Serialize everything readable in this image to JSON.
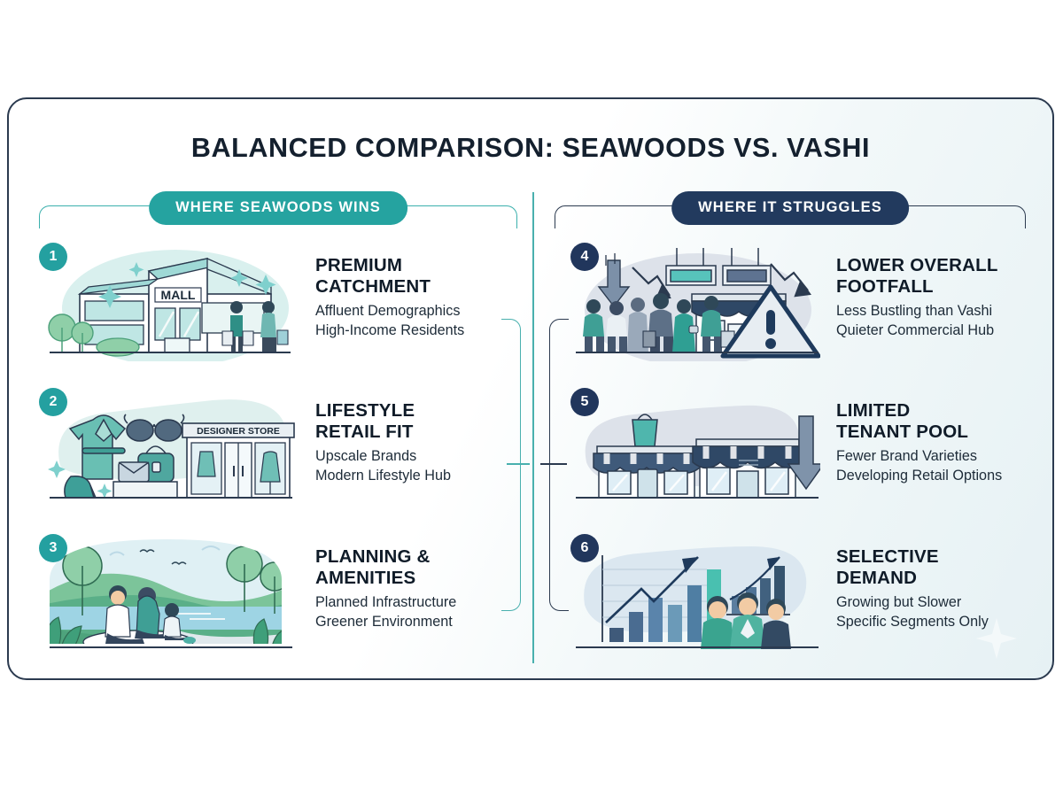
{
  "title": "BALANCED COMPARISON: SEAWOODS VS. VASHI",
  "columns": {
    "left": {
      "badge_label": "WHERE SEAWOODS WINS",
      "accent": "#25a3a0"
    },
    "right": {
      "badge_label": "WHERE IT STRUGGLES",
      "accent": "#223a5e"
    }
  },
  "left_items": [
    {
      "number": "1",
      "heading": "PREMIUM\nCATCHMENT",
      "sub": "Affluent Demographics\nHigh-Income Residents",
      "illustration": "shopping-mall-illustration",
      "sign_text": "MALL"
    },
    {
      "number": "2",
      "heading": "LIFESTYLE\nRETAIL FIT",
      "sub": "Upscale Brands\nModern Lifestyle Hub",
      "illustration": "designer-store-illustration",
      "sign_text": "DESIGNER STORE"
    },
    {
      "number": "3",
      "heading": "PLANNING &\nAMENITIES",
      "sub": "Planned Infrastructure\nGreener Environment",
      "illustration": "park-family-picnic-illustration",
      "sign_text": ""
    }
  ],
  "right_items": [
    {
      "number": "4",
      "heading": "LOWER OVERALL\nFOOTFALL",
      "sub": "Less Bustling than Vashi\nQuieter Commercial Hub",
      "illustration": "crowd-declining-footfall-illustration",
      "sign_text": ""
    },
    {
      "number": "5",
      "heading": "LIMITED\nTENANT POOL",
      "sub": "Fewer Brand Varieties\nDeveloping Retail Options",
      "illustration": "storefronts-down-arrow-illustration",
      "sign_text": ""
    },
    {
      "number": "6",
      "heading": "SELECTIVE\nDEMAND",
      "sub": "Growing but Slower\nSpecific Segments Only",
      "illustration": "growth-chart-people-illustration",
      "sign_text": ""
    }
  ],
  "colors": {
    "teal": "#25a3a0",
    "navy": "#223a5e",
    "card_border": "#2b3a4f",
    "title_text": "#14202e",
    "green": "#4ca07a"
  }
}
